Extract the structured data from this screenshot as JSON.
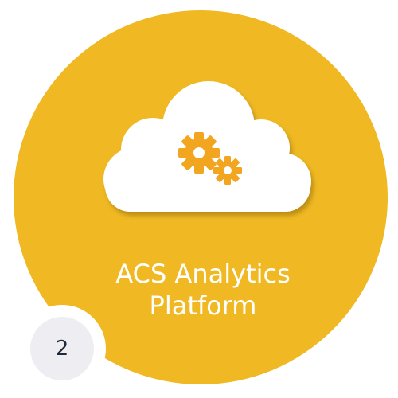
{
  "card": {
    "title_line1": "ACS Analytics",
    "title_line2": "Platform",
    "step_number": "2",
    "icon": "cloud-gears-icon",
    "colors": {
      "circle": "#F0B923",
      "gears": "#F2A51F",
      "cloud": "#FFFFFF",
      "badge": "#EEEEF2",
      "badge_text": "#1F2B3A"
    }
  }
}
